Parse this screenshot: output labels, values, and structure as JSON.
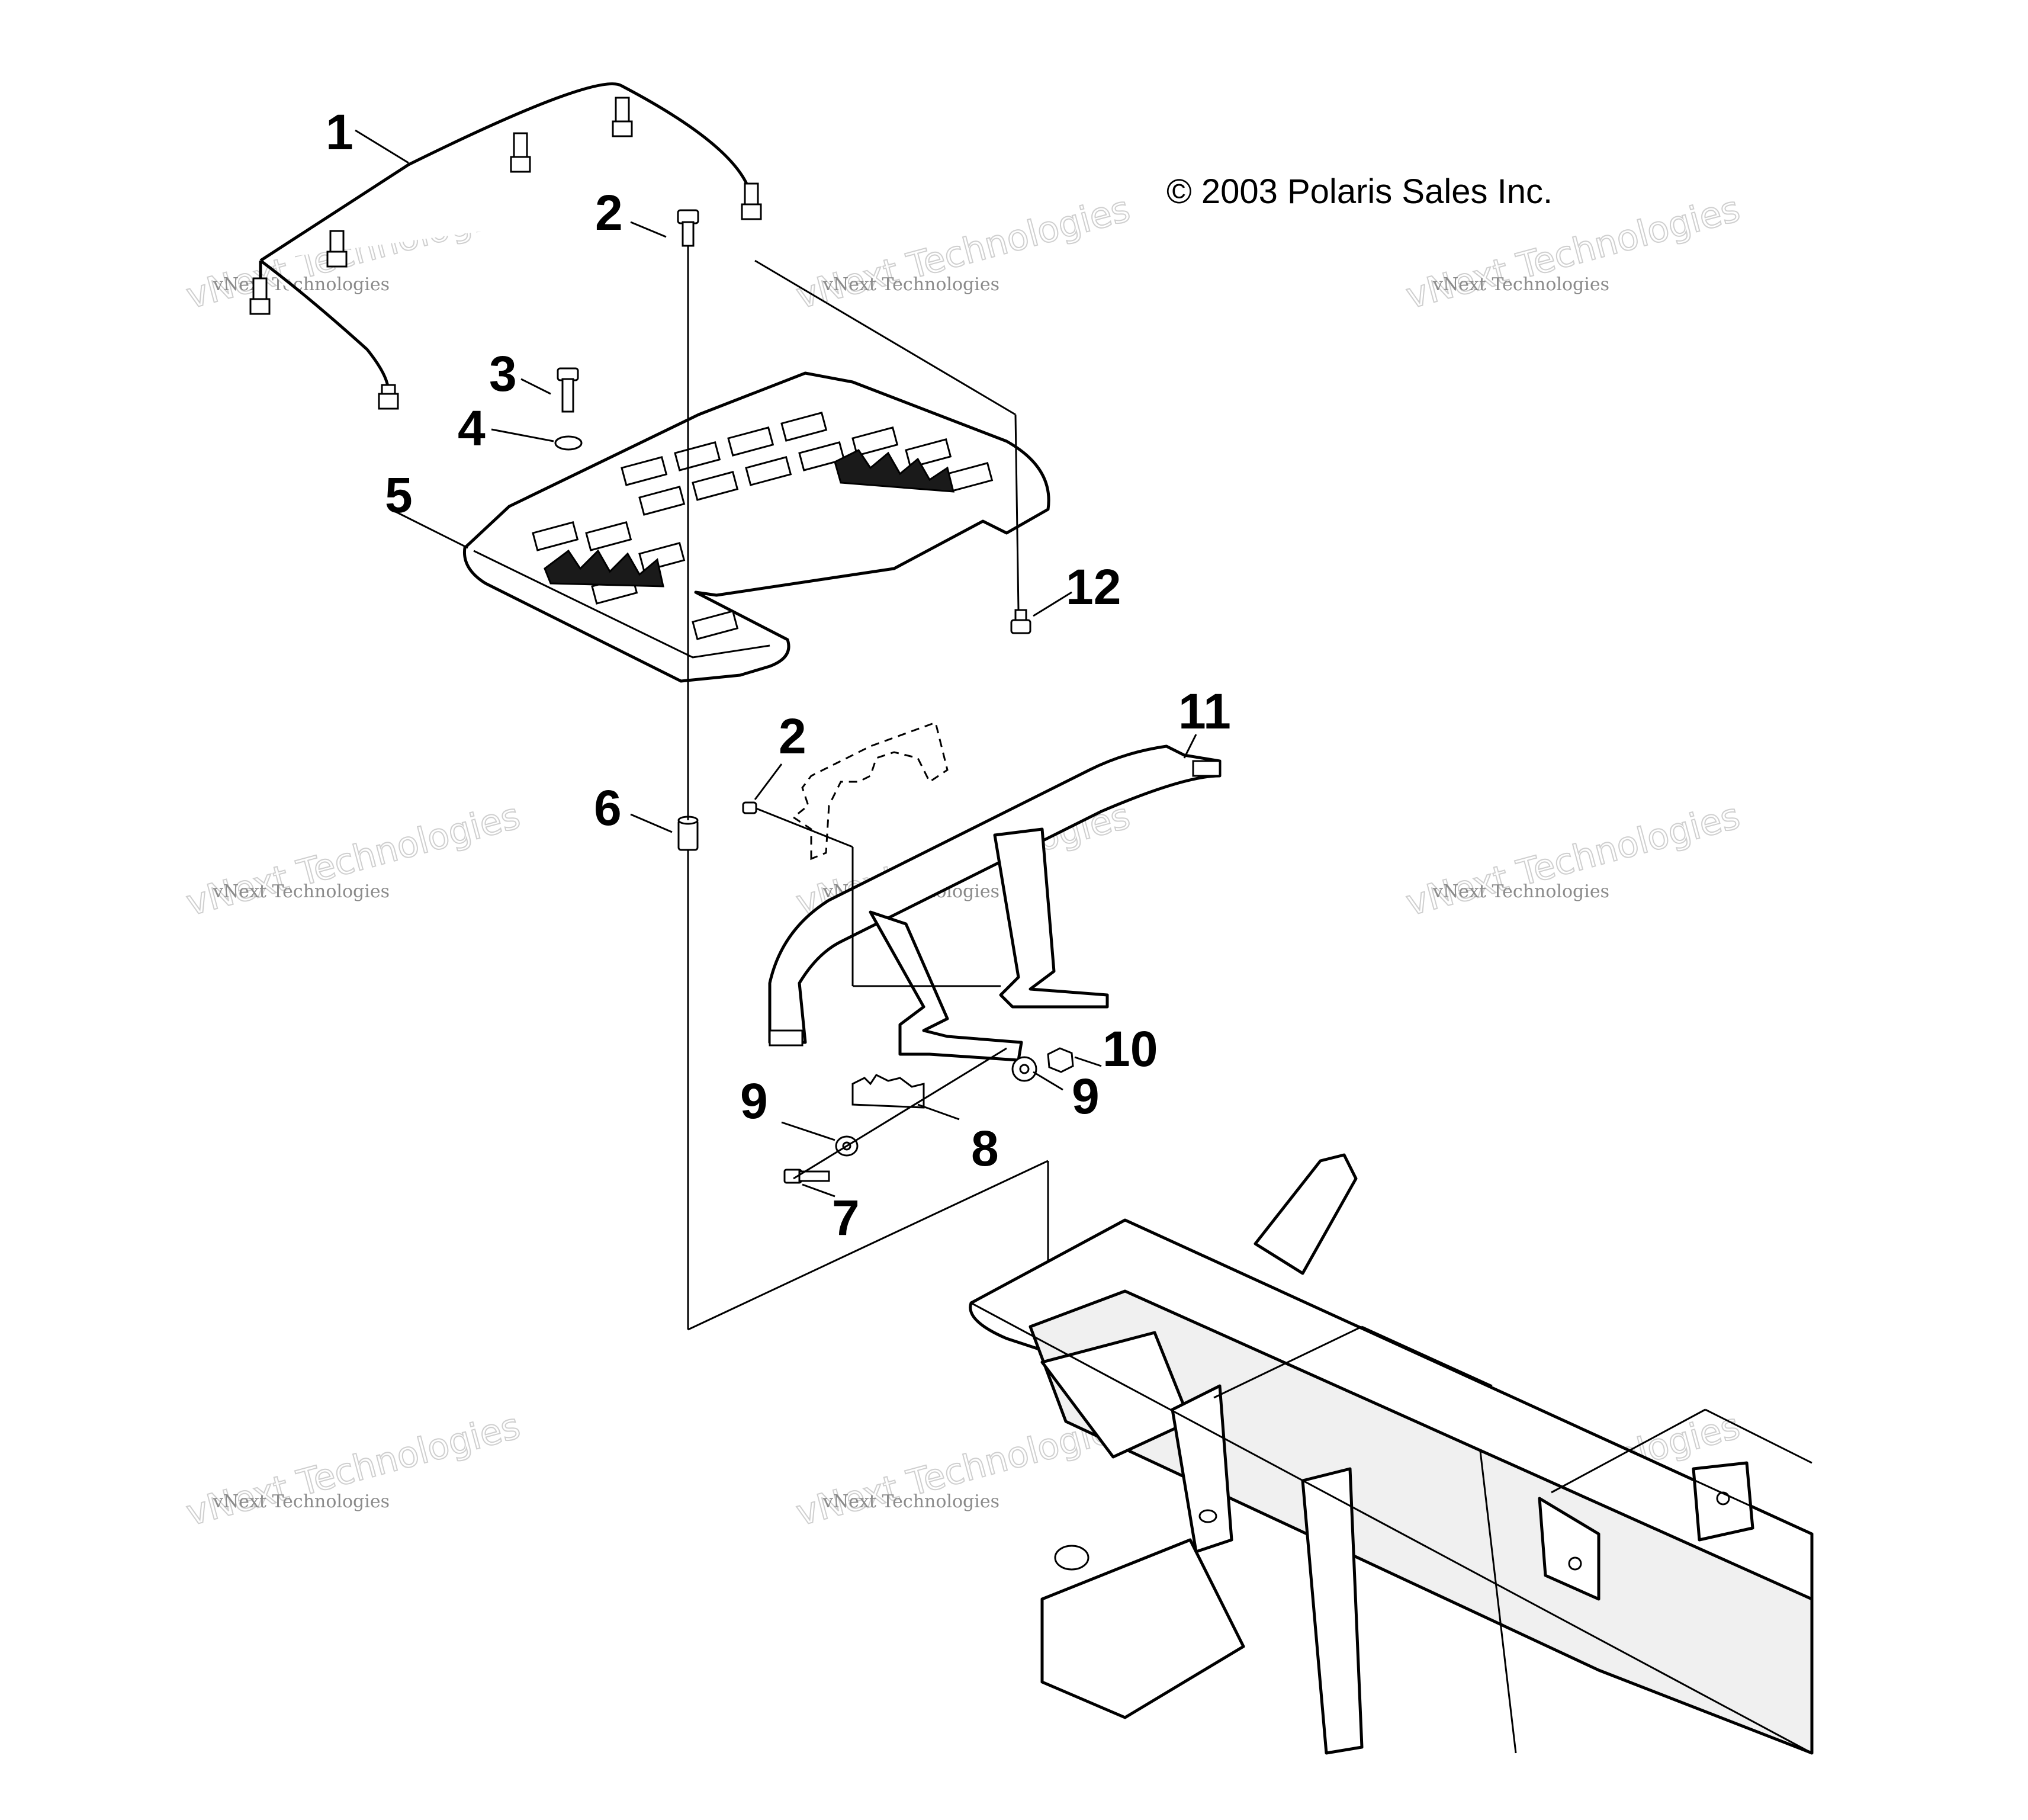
{
  "copyright": "© 2003 Polaris Sales Inc.",
  "watermark": {
    "line1": "vNext Technologies",
    "line2": "vNext Technologies"
  },
  "callouts": {
    "c1": "1",
    "c2a": "2",
    "c2b": "2",
    "c3": "3",
    "c4": "4",
    "c5": "5",
    "c6": "6",
    "c7": "7",
    "c8": "8",
    "c9a": "9",
    "c9b": "9",
    "c10": "10",
    "c11": "11",
    "c12": "12"
  }
}
